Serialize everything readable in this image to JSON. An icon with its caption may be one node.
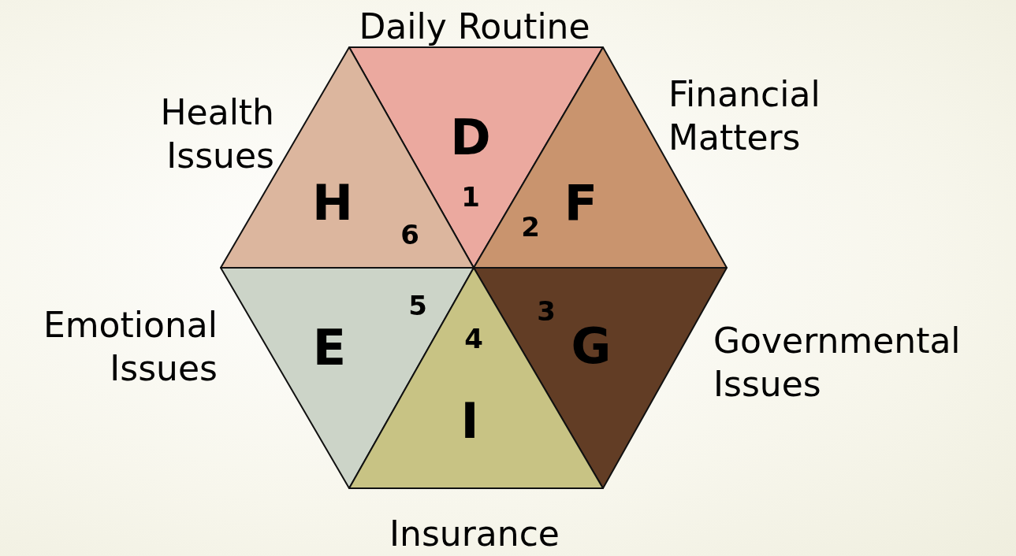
{
  "diagram": {
    "nodes": [
      {
        "text": [
          "D",
          "1"
        ],
        "beside": [
          "Daily Routine"
        ]
      },
      {
        "text": [
          "H",
          "6"
        ],
        "beside": [
          "Health Issues"
        ]
      },
      {
        "text": [
          "F",
          "2"
        ],
        "beside": [
          "Financial Matters"
        ]
      },
      {
        "text": [
          "E",
          "5"
        ],
        "beside": [
          "Emotional Issues"
        ]
      },
      {
        "text": [
          "G",
          "3"
        ],
        "beside": [
          "Governmental Issues"
        ]
      },
      {
        "text": [
          "4",
          "I"
        ],
        "beside": [
          "Insurance"
        ]
      }
    ]
  }
}
